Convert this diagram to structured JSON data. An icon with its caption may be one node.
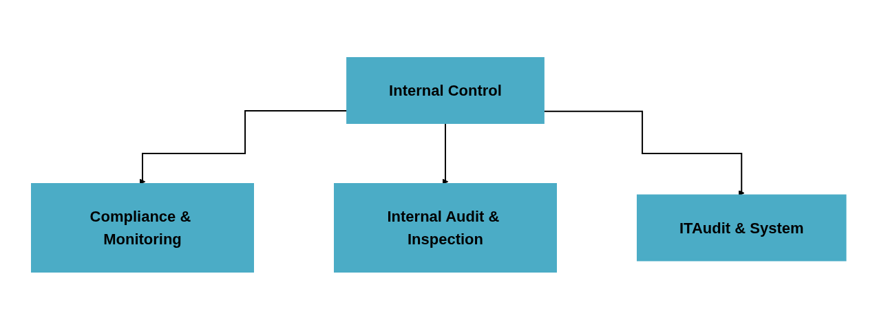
{
  "diagram": {
    "nodes": [
      {
        "text": [
          "Internal Control"
        ]
      },
      {
        "text": [
          "Compliance & Monitoring"
        ]
      },
      {
        "text": [
          "Internal Audit & Inspection"
        ]
      },
      {
        "text": [
          "ITAudit & System"
        ]
      }
    ],
    "edges": [
      {
        "from": 0,
        "to": 1,
        "arrow": "to"
      },
      {
        "from": 0,
        "to": 2,
        "arrow": "to"
      },
      {
        "from": 0,
        "to": 3,
        "arrow": "to"
      }
    ]
  }
}
